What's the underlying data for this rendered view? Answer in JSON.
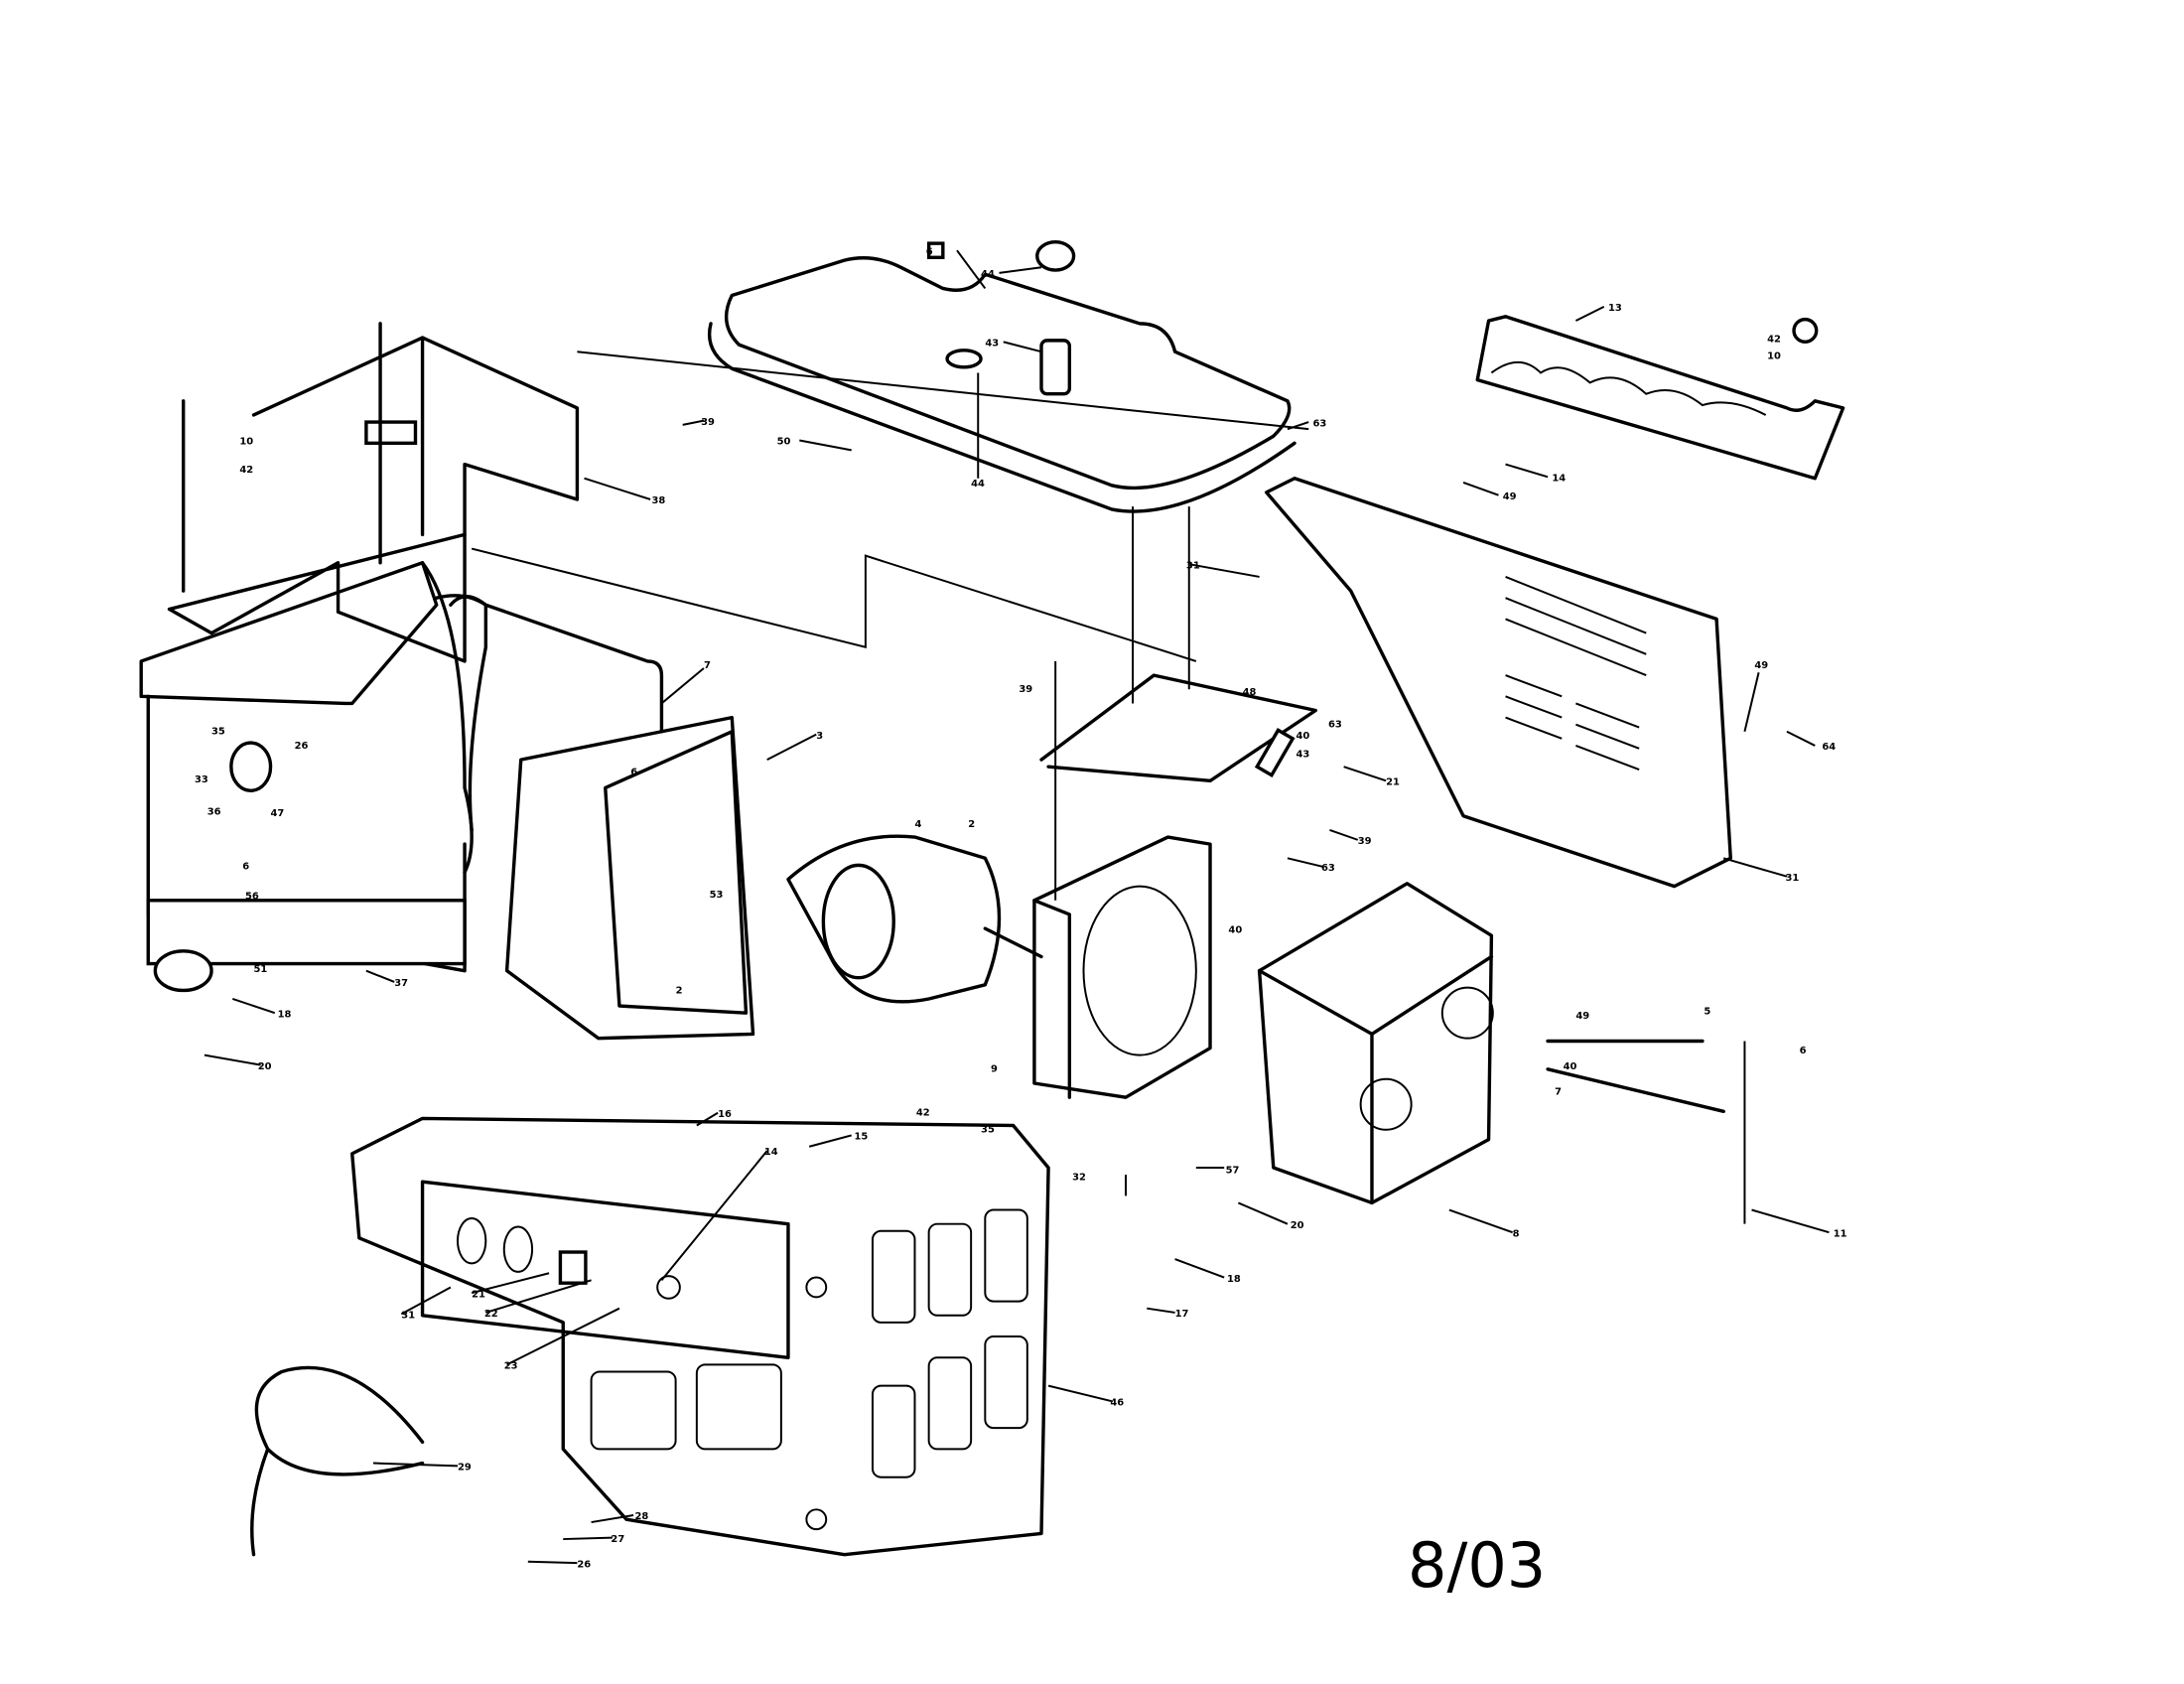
{
  "diagram": {
    "type": "exploded-parts-diagram",
    "revision_date": "8/03",
    "part_labels": [
      "6",
      "44",
      "43",
      "44",
      "50",
      "39",
      "38",
      "10",
      "42",
      "13",
      "42",
      "10",
      "14",
      "49",
      "63",
      "31",
      "49",
      "64",
      "21",
      "39",
      "63",
      "31",
      "39",
      "48",
      "40",
      "43",
      "63",
      "40",
      "7",
      "3",
      "6",
      "53",
      "2",
      "4",
      "2",
      "35",
      "33",
      "36",
      "26",
      "47",
      "6",
      "56",
      "37",
      "51",
      "18",
      "20",
      "9",
      "35",
      "42",
      "57",
      "5",
      "49",
      "40",
      "7",
      "6",
      "11",
      "8",
      "20",
      "32",
      "18",
      "17",
      "16",
      "14",
      "15",
      "31",
      "21",
      "22",
      "23",
      "46",
      "29",
      "28",
      "27",
      "26"
    ]
  }
}
